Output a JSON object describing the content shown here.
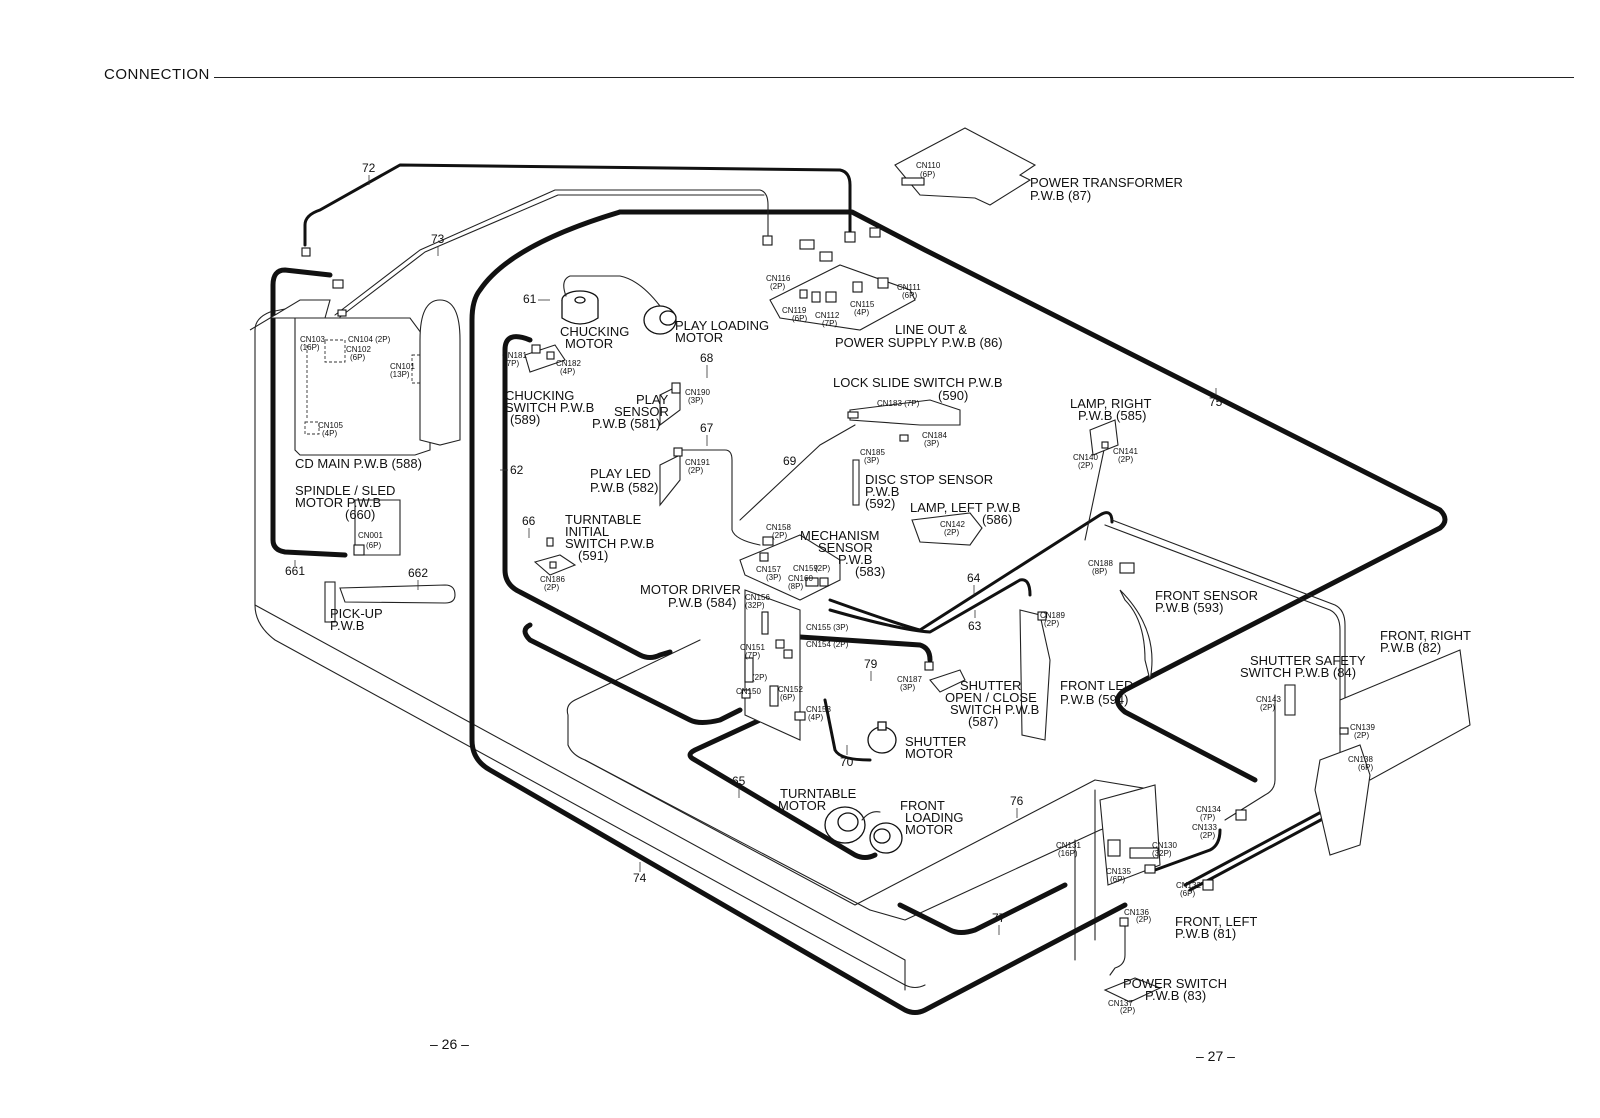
{
  "header": {
    "title": "CONNECTION"
  },
  "pages": {
    "left": "– 26 –",
    "right": "– 27 –"
  },
  "labels": {
    "power_transformer": [
      "POWER TRANSFORMER",
      "P.W.B (87)"
    ],
    "line_out": [
      "LINE OUT &",
      "POWER SUPPLY P.W.B (86)"
    ],
    "chucking_motor": [
      "CHUCKING",
      "MOTOR"
    ],
    "play_loading_motor": [
      "PLAY LOADING",
      "MOTOR"
    ],
    "chucking_switch": [
      "CHUCKING",
      "SWITCH P.W.B",
      "(589)"
    ],
    "play_sensor": [
      "PLAY",
      "SENSOR",
      "P.W.B (581)"
    ],
    "lock_slide": [
      "LOCK SLIDE SWITCH P.W.B",
      "(590)"
    ],
    "lamp_right": [
      "LAMP, RIGHT",
      "P.W.B (585)"
    ],
    "cd_main": [
      "CD MAIN P.W.B (588)"
    ],
    "spindle": [
      "SPINDLE / SLED",
      "MOTOR P.W.B",
      "(660)"
    ],
    "play_led": [
      "PLAY LED",
      "P.W.B (582)"
    ],
    "disc_stop": [
      "DISC STOP SENSOR",
      "P.W.B",
      "(592)"
    ],
    "lamp_left": [
      "LAMP, LEFT P.W.B",
      "(586)"
    ],
    "turntable_switch": [
      "TURNTABLE",
      "INITIAL",
      "SWITCH P.W.B",
      "(591)"
    ],
    "mechanism_sensor": [
      "MECHANISM",
      "SENSOR",
      "P.W.B",
      "(583)"
    ],
    "motor_driver": [
      "MOTOR DRIVER",
      "P.W.B (584)"
    ],
    "front_sensor": [
      "FRONT SENSOR",
      "P.W.B (593)"
    ],
    "pickup": [
      "PICK-UP",
      "P.W.B"
    ],
    "front_right": [
      "FRONT, RIGHT",
      "P.W.B (82)"
    ],
    "shutter_safety": [
      "SHUTTER SAFETY",
      "SWITCH P.W.B (84)"
    ],
    "shutter_switch": [
      "SHUTTER",
      "OPEN / CLOSE",
      "SWITCH P.W.B",
      "(587)"
    ],
    "front_led": [
      "FRONT LED",
      "P.W.B (594)"
    ],
    "shutter_motor": [
      "SHUTTER",
      "MOTOR"
    ],
    "turntable_motor": [
      "TURNTABLE",
      "MOTOR"
    ],
    "front_loading": [
      "FRONT",
      "LOADING",
      "MOTOR"
    ],
    "front_left": [
      "FRONT, LEFT",
      "P.W.B (81)"
    ],
    "power_switch": [
      "POWER SWITCH",
      "P.W.B (83)"
    ]
  },
  "connectors": {
    "cn110": [
      "CN110",
      "(6P)"
    ],
    "cn116": [
      "CN116",
      "(2P)"
    ],
    "cn119": [
      "CN119",
      "(6P)"
    ],
    "cn112": [
      "CN112",
      "(7P)"
    ],
    "cn115": [
      "CN115",
      "(4P)"
    ],
    "cn111": [
      "CN111",
      "(6P)"
    ],
    "cn103": [
      "CN103",
      "(16P)"
    ],
    "cn104": [
      "CN104 (2P)"
    ],
    "cn102": [
      "CN102",
      "(6P)"
    ],
    "cn101": [
      "CN101",
      "(13P)"
    ],
    "cn105": [
      "CN105",
      "(4P)"
    ],
    "cn181": [
      "CN181",
      "(7P)"
    ],
    "cn182": [
      "CN182",
      "(4P)"
    ],
    "cn190": [
      "CN190",
      "(3P)"
    ],
    "cn183": [
      "CN183 (7P)"
    ],
    "cn184": [
      "CN184",
      "(3P)"
    ],
    "cn140": [
      "CN140",
      "(2P)"
    ],
    "cn141": [
      "CN141",
      "(2P)"
    ],
    "cn191": [
      "CN191",
      "(2P)"
    ],
    "cn185": [
      "CN185",
      "(3P)"
    ],
    "cn142": [
      "CN142",
      "(2P)"
    ],
    "cn001": [
      "CN001",
      "(6P)"
    ],
    "cn158": [
      "CN158",
      "(2P)"
    ],
    "cn157": [
      "CN157",
      "(3P)"
    ],
    "cn159": [
      "CN159",
      "(2P)"
    ],
    "cn160": [
      "CN160",
      "(8P)"
    ],
    "cn186": [
      "CN186",
      "(2P)"
    ],
    "cn188": [
      "CN188",
      "(8P)"
    ],
    "cn156": [
      "CN156",
      "(32P)"
    ],
    "cn189": [
      "CN189",
      "(2P)"
    ],
    "cn155": [
      "CN155 (3P)"
    ],
    "cn154": [
      "CN154 (2P)"
    ],
    "cn151": [
      "CN151",
      "(7P)"
    ],
    "cn150": [
      "CN150",
      "(2P)"
    ],
    "cn152": [
      "CN152",
      "(6P)"
    ],
    "cn153": [
      "CN153",
      "(4P)"
    ],
    "cn187": [
      "CN187",
      "(3P)"
    ],
    "cn143": [
      "CN143",
      "(2P)"
    ],
    "cn139": [
      "CN139",
      "(2P)"
    ],
    "cn138": [
      "CN138",
      "(6P)"
    ],
    "cn134": [
      "CN134",
      "(7P)"
    ],
    "cn133": [
      "CN133",
      "(2P)"
    ],
    "cn131": [
      "CN131",
      "(16P)"
    ],
    "cn130": [
      "CN130",
      "(32P)"
    ],
    "cn135": [
      "CN135",
      "(6P)"
    ],
    "cn132": [
      "CN132",
      "(6P)"
    ],
    "cn136": [
      "CN136",
      "(2P)"
    ],
    "cn137": [
      "CN137",
      "(2P)"
    ]
  },
  "wires": [
    "72",
    "73",
    "61",
    "68",
    "67",
    "69",
    "75",
    "62",
    "66",
    "64",
    "63",
    "79",
    "70",
    "65",
    "76",
    "74",
    "77",
    "661",
    "662"
  ]
}
